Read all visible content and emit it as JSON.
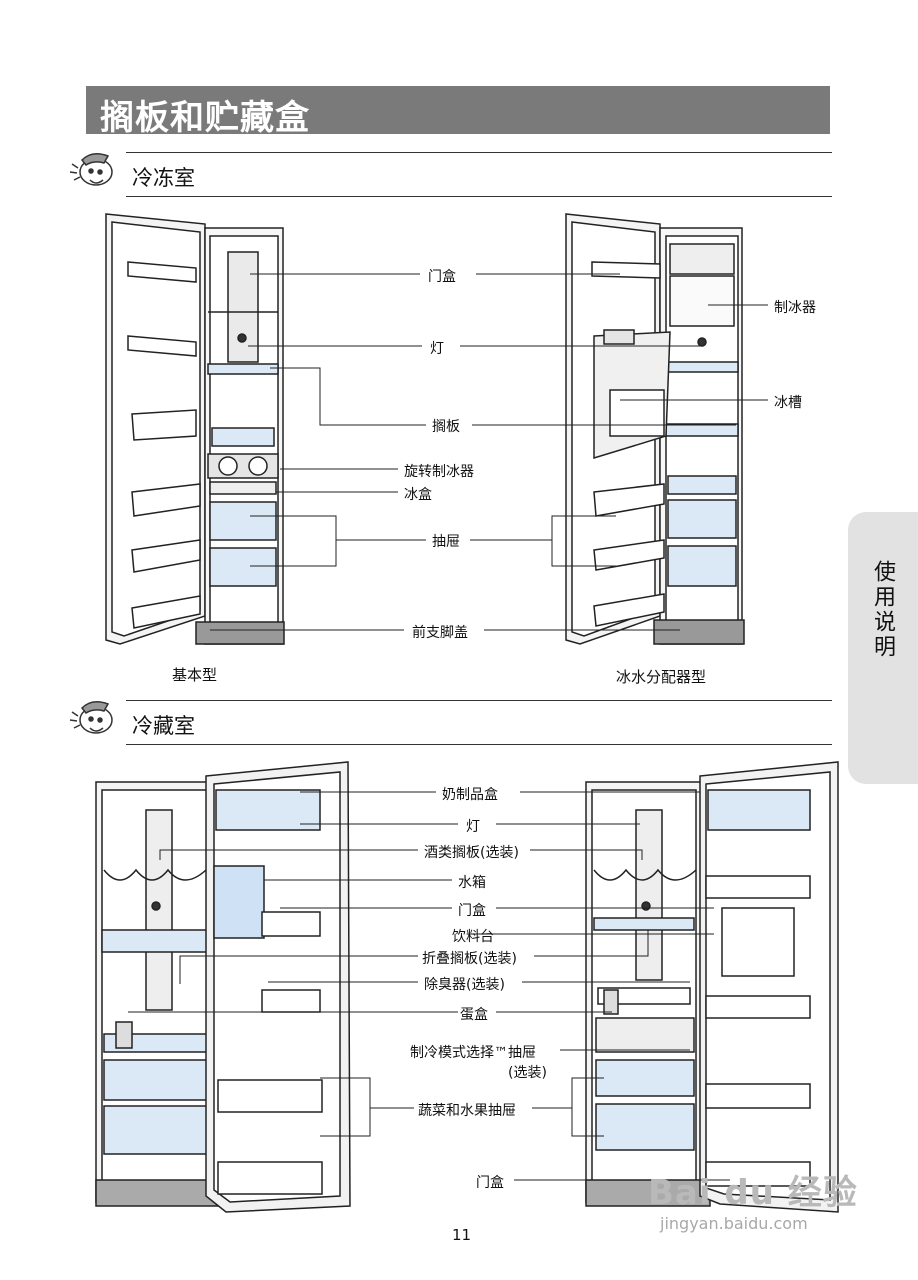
{
  "title": "搁板和贮藏盒",
  "side_tab": "使用说明",
  "page_number": "11",
  "watermark": {
    "logo": "Bai du 经验",
    "url": "jingyan.baidu.com"
  },
  "freezer": {
    "heading": "冷冻室",
    "labels": {
      "door_bin": "门盒",
      "light": "灯",
      "shelf": "搁板",
      "twist_ice_maker": "旋转制冰器",
      "ice_box": "冰盒",
      "drawer": "抽屉",
      "toe_grille": "前支脚盖",
      "ice_maker": "制冰器",
      "ice_bucket": "冰槽"
    },
    "captions": {
      "basic": "基本型",
      "dispenser": "冰水分配器型"
    }
  },
  "fridge": {
    "heading": "冷藏室",
    "labels": {
      "dairy": "奶制品盒",
      "light": "灯",
      "wine_shelf": "酒类搁板(选装)",
      "water_tank": "水箱",
      "door_bin": "门盒",
      "beverage_station": "饮料台",
      "folding_shelf": "折叠搁板(选装)",
      "deodorizer": "除臭器(选装)",
      "egg_box": "蛋盒",
      "cool_select_1": "制冷模式选择™抽屉",
      "cool_select_2": "(选装)",
      "crisper": "蔬菜和水果抽屉",
      "door_bin_bottom": "门盒"
    }
  }
}
